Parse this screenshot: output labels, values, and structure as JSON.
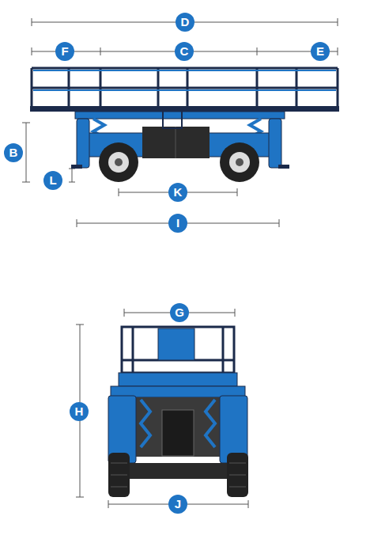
{
  "diagram": {
    "labels": [
      "D",
      "F",
      "C",
      "E",
      "B",
      "L",
      "K",
      "I",
      "G",
      "H",
      "J"
    ]
  }
}
